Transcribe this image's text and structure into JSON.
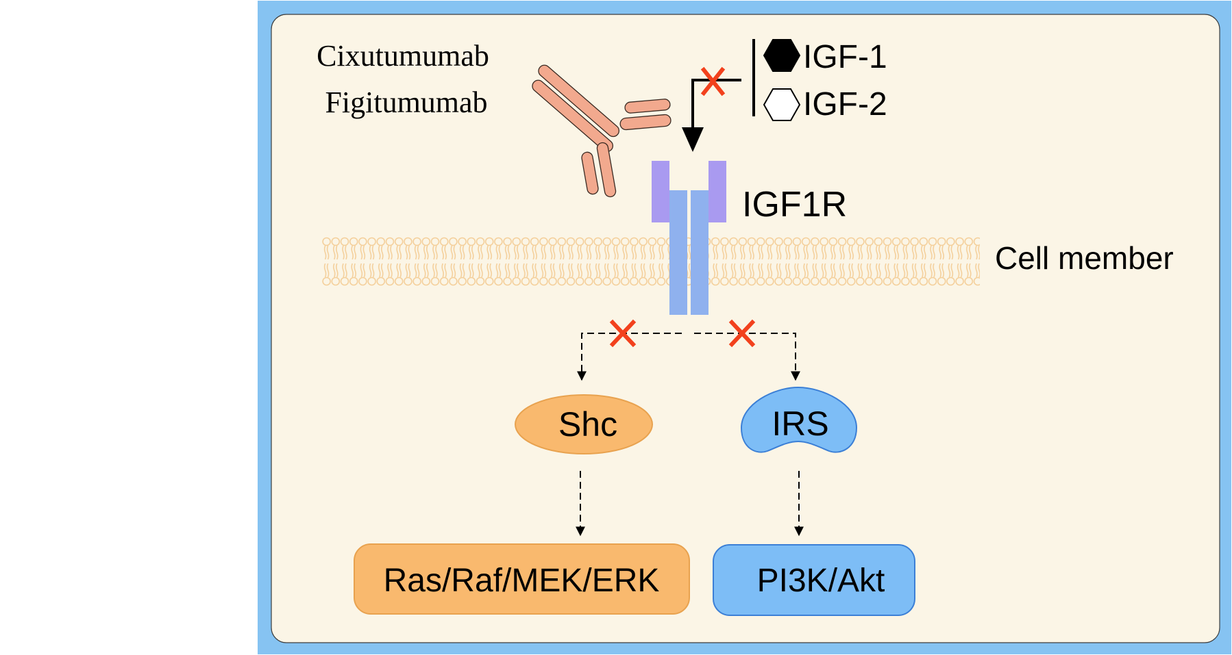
{
  "drugs": [
    "Cixutumumab",
    "Figitumumab"
  ],
  "ligands": [
    {
      "label": "IGF-1",
      "fill": "#000000"
    },
    {
      "label": "IGF-2",
      "fill": "#ffffff"
    }
  ],
  "receptor": {
    "label": "IGF1R"
  },
  "membrane": {
    "label": "Cell member"
  },
  "adaptors": [
    {
      "label": "Shc",
      "color": "#f9b96e"
    },
    {
      "label": "IRS",
      "color": "#7dbdf6"
    }
  ],
  "pathways": [
    {
      "label": "Ras/Raf/MEK/ERK",
      "color": "#f9b96e"
    },
    {
      "label": "PI3K/Akt",
      "color": "#7dbdf6"
    }
  ],
  "colors": {
    "frame_border": "#86c3f2",
    "background": "#fbf5e6",
    "antibody": "#f2a98e",
    "receptor_alpha": "#a99af0",
    "receptor_beta": "#8fb1ee",
    "lipid": "#f4cf9a",
    "inhibit_x": "#f2411d"
  }
}
